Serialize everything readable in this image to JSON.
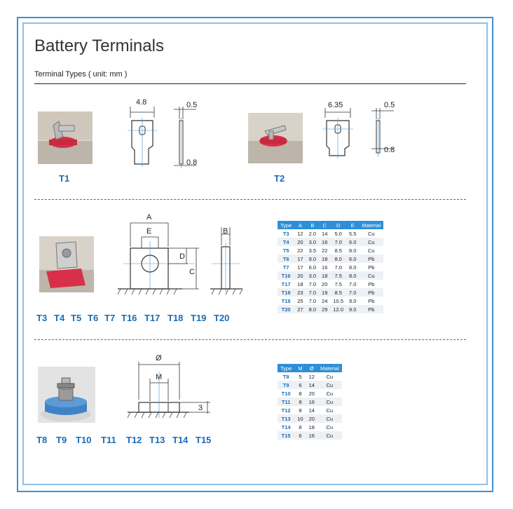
{
  "page": {
    "title": "Battery Terminals",
    "subtitle": "Terminal Types ( unit: mm )"
  },
  "section1": {
    "t1_label": "T1",
    "t1_width": "4.8",
    "t1_thick_top": "0.5",
    "t1_thick_bottom": "0.8",
    "t2_label": "T2",
    "t2_width": "6.35",
    "t2_thick_top": "0.5",
    "t2_thick_bottom": "0.8"
  },
  "section2": {
    "labels": [
      "T3",
      "T4",
      "T5",
      "T6",
      "T7",
      "T16",
      "T17",
      "T18",
      "T19",
      "T20"
    ],
    "dim_a": "A",
    "dim_e": "E",
    "dim_d": "D",
    "dim_c": "C",
    "dim_b": "B",
    "table": {
      "headers": [
        "Type",
        "A",
        "B",
        "C",
        "D",
        "E",
        "Material"
      ],
      "rows": [
        [
          "T3",
          "12",
          "2.0",
          "14",
          "5.0",
          "5.5",
          "Cu"
        ],
        [
          "T4",
          "20",
          "3.0",
          "16",
          "7.0",
          "6.0",
          "Cu"
        ],
        [
          "T5",
          "22",
          "3.5",
          "22",
          "8.5",
          "8.0",
          "Cu"
        ],
        [
          "T6",
          "17",
          "9.0",
          "18",
          "8.0",
          "6.0",
          "Pb"
        ],
        [
          "T7",
          "17",
          "6.0",
          "16",
          "7.0",
          "8.0",
          "Pb"
        ],
        [
          "T16",
          "20",
          "3.0",
          "18",
          "7.5",
          "8.0",
          "Cu"
        ],
        [
          "T17",
          "18",
          "7.0",
          "20",
          "7.5",
          "7.0",
          "Pb"
        ],
        [
          "T18",
          "23",
          "7.0",
          "19",
          "8.5",
          "7.0",
          "Pb"
        ],
        [
          "T19",
          "25",
          "7.0",
          "24",
          "10.5",
          "9.0",
          "Pb"
        ],
        [
          "T20",
          "27",
          "8.0",
          "29",
          "12.0",
          "9.0",
          "Pb"
        ]
      ]
    }
  },
  "section3": {
    "labels": [
      "T8",
      "T9",
      "T10",
      "T11",
      "T12",
      "T13",
      "T14",
      "T15"
    ],
    "dim_phi": "Ø",
    "dim_m": "M",
    "dim_h": "3",
    "table": {
      "headers": [
        "Type",
        "M",
        "Ø",
        "Material"
      ],
      "rows": [
        [
          "T8",
          "5",
          "12",
          "Cu"
        ],
        [
          "T9",
          "6",
          "14",
          "Cu"
        ],
        [
          "T10",
          "8",
          "20",
          "Cu"
        ],
        [
          "T11",
          "8",
          "16",
          "Cu"
        ],
        [
          "T12",
          "8",
          "14",
          "Cu"
        ],
        [
          "T13",
          "10",
          "20",
          "Cu"
        ],
        [
          "T14",
          "8",
          "18",
          "Cu"
        ],
        [
          "T15",
          "6",
          "16",
          "Cu"
        ]
      ]
    }
  },
  "colors": {
    "frame": "#3d8fd6",
    "label_blue": "#1a6cb5",
    "table_header": "#2e8fd6",
    "terminal_red": "#d8304a"
  }
}
